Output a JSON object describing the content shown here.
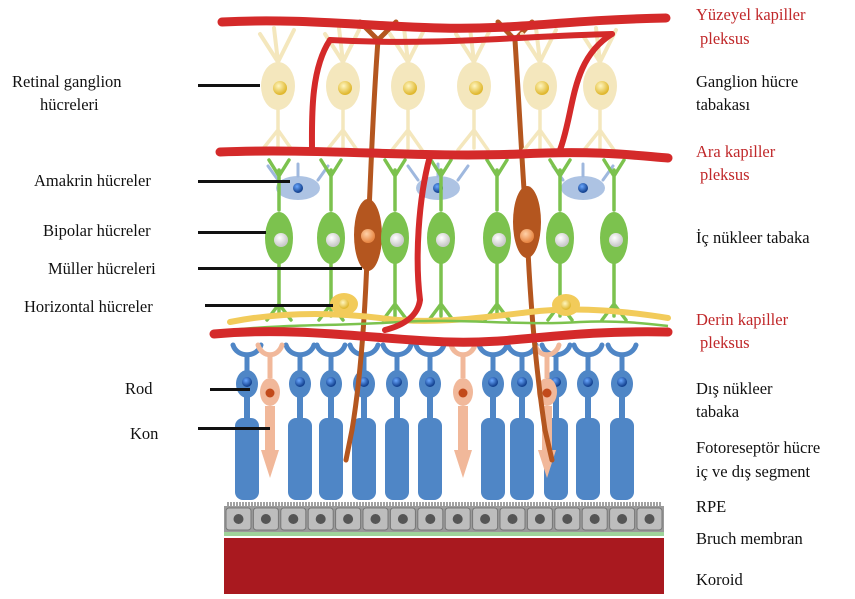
{
  "left_labels": {
    "ganglion_1": "Retinal ganglion",
    "ganglion_2": "hücreleri",
    "amacrine": "Amakrin hücreler",
    "bipolar": "Bipolar hücreler",
    "muller": "Müller hücreleri",
    "horizontal": "Horizontal hücreler",
    "rod": "Rod",
    "cone": "Kon"
  },
  "right_labels": {
    "superficial_plexus_1": "Yüzeyel kapiller",
    "superficial_plexus_2": "pleksus",
    "ganglion_layer_1": "Ganglion hücre",
    "ganglion_layer_2": "tabakası",
    "intermediate_plexus_1": "Ara kapiller",
    "intermediate_plexus_2": "pleksus",
    "inner_nuclear": "İç nükleer tabaka",
    "deep_plexus_1": "Derin kapiller",
    "deep_plexus_2": "pleksus",
    "outer_nuclear_1": "Dış nükleer",
    "outer_nuclear_2": "tabaka",
    "photoreceptor_1": "Fotoreseptör hücre",
    "photoreceptor_2": "iç ve dış segment",
    "rpe": "RPE",
    "bruch": "Bruch membran",
    "choroid": "Koroid"
  },
  "colors": {
    "capillary": "#d42a2a",
    "ganglion": "#f4e7bd",
    "muller": "#b4561f",
    "bipolar": "#7cc24e",
    "amacrine": "#9fb8de",
    "horizontal": "#f2cb5a",
    "rod": "#4f86c6",
    "cone": "#f1b89a",
    "rpe": "#bdbdbd",
    "choroid": "#a9191f"
  }
}
